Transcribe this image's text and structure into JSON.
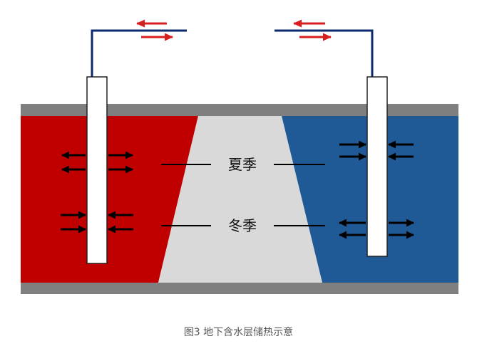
{
  "labels": {
    "summer": "夏季",
    "winter": "冬季"
  },
  "caption": "图3 地下含水层储热示意",
  "colors": {
    "warm_zone": "#C00000",
    "transition_zone": "#D9D9D9",
    "cold_zone": "#1F5A97",
    "confining_layer": "#7F7F7F",
    "pipe": "#0B2A6E",
    "flow_arrow_red": "#D81E1E",
    "flow_arrow_black": "#000000",
    "well": "#FFFFFF"
  }
}
